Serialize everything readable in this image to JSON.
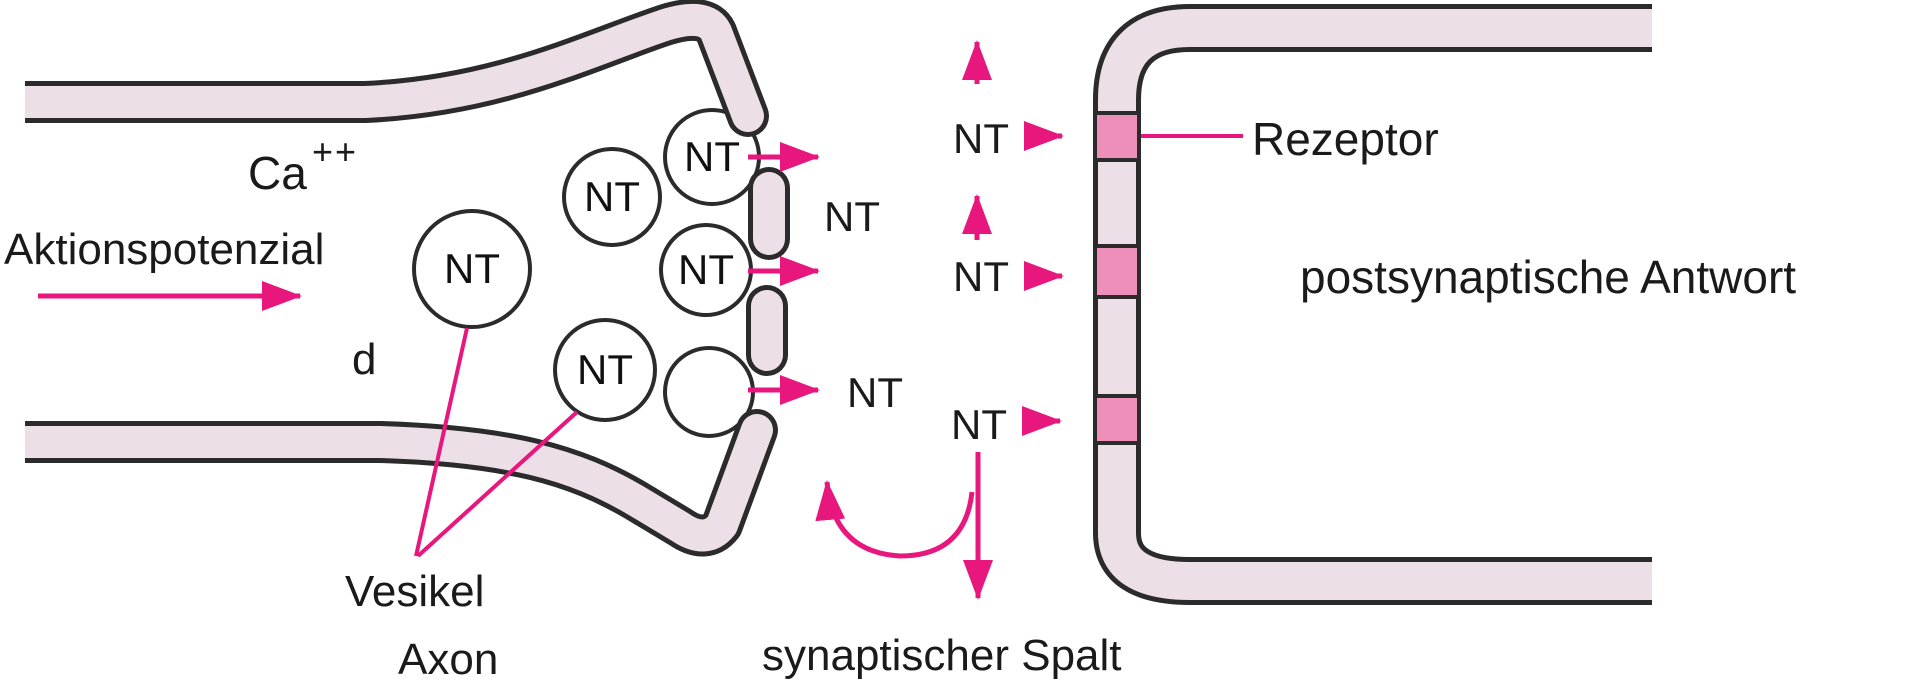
{
  "colors": {
    "membrane_fill": "#ecdfe8",
    "receptor_fill": "#ee8fba",
    "arrow_pink": "#e8177d",
    "outline": "#2b2b2b",
    "text": "#1a1a1a",
    "background": "#ffffff"
  },
  "labels": {
    "action_potential": "Aktionspotenzial",
    "calcium": "Ca",
    "calcium_charge": "++",
    "dendrite_d": "d",
    "vesicle": "Vesikel",
    "axon": "Axon",
    "synaptic_cleft": "synaptischer Spalt",
    "receptor": "Rezeptor",
    "postsynaptic_response": "postsynaptische Antwort"
  },
  "vesicles": [
    {
      "label": "NT"
    },
    {
      "label": "NT"
    },
    {
      "label": "NT"
    },
    {
      "label": "NT"
    },
    {
      "label": "NT"
    },
    {
      "label": ""
    }
  ],
  "cleft_nt": [
    {
      "label": "NT"
    },
    {
      "label": "NT"
    }
  ],
  "receptor_nt": [
    {
      "label": "NT"
    },
    {
      "label": "NT"
    },
    {
      "label": "NT"
    }
  ]
}
